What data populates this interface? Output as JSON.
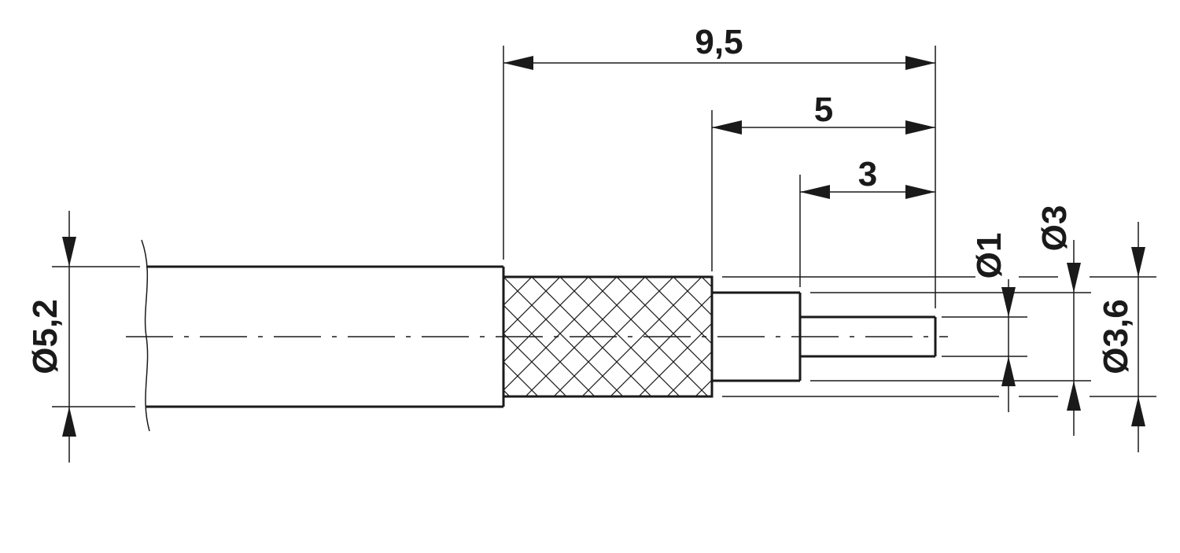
{
  "dimensions": {
    "overall_strip": "9,5",
    "dielectric_strip": "5",
    "conductor_strip": "3",
    "outer_diameter": "Ø5,2",
    "conductor_diameter": "Ø1",
    "dielectric_diameter": "Ø3",
    "braid_diameter": "Ø3,6"
  }
}
